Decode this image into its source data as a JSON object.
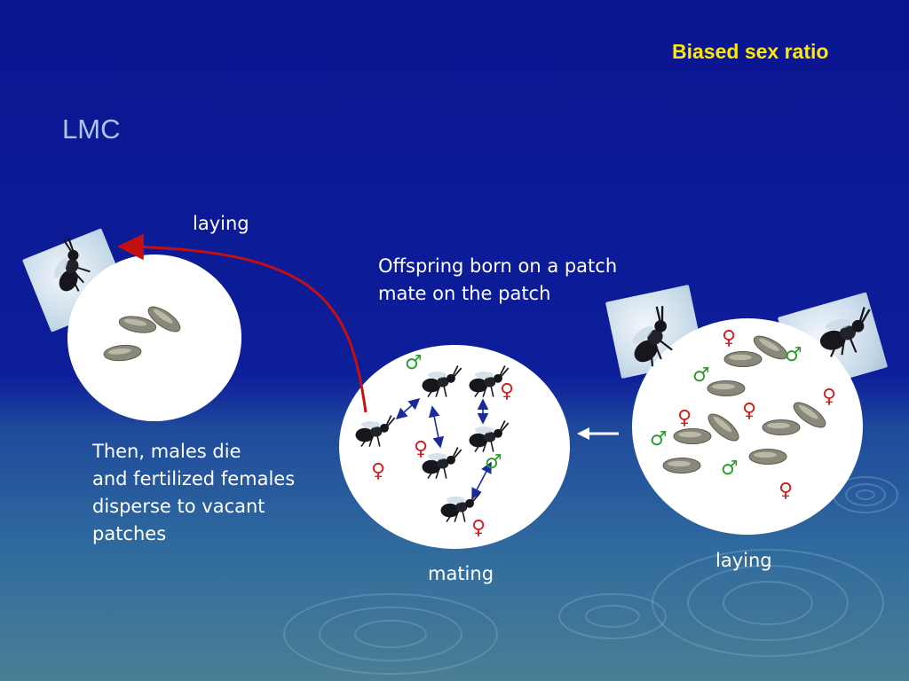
{
  "slide": {
    "header_title": "Biased sex ratio",
    "title": "LMC",
    "captions": {
      "top": [
        "Offspring born on a patch",
        "mate on the patch"
      ],
      "left": [
        "Then, males die",
        "and fertilized females",
        "disperse to vacant",
        "patches"
      ]
    },
    "labels": {
      "laying_top": "laying",
      "mating": "mating",
      "laying_right": "laying"
    },
    "symbols": {
      "female": "♀",
      "male": "♂"
    },
    "colors": {
      "header_title": "#ffea00",
      "title": "#a8c8f4",
      "text": "#ffffff",
      "female_symbol": "#cc2222",
      "male_symbol": "#2e9b2e",
      "mating_arrow": "#1a2a9a",
      "dispersal_arrow": "#c21010",
      "flow_arrow": "#ffffff"
    },
    "icons": [
      "wasp-icon",
      "egg-icon",
      "arrow-icon"
    ]
  }
}
